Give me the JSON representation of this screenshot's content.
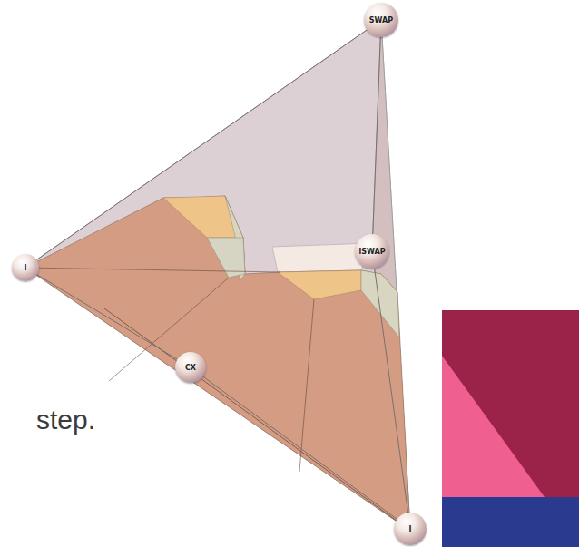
{
  "diagram": {
    "nodes": [
      {
        "text": [
          "I"
        ]
      },
      {
        "text": [
          "SWAP"
        ]
      },
      {
        "text": [
          "CX"
        ]
      },
      {
        "text": [
          "iSWAP"
        ]
      },
      {
        "text": [
          "I"
        ]
      }
    ],
    "edges": [
      {
        "from": 0,
        "to": 2,
        "arrow": "none"
      },
      {
        "from": 2,
        "to": 4,
        "arrow": "none"
      },
      {
        "from": 0,
        "to": 1,
        "arrow": "none"
      },
      {
        "from": 1,
        "to": 3,
        "arrow": "none"
      },
      {
        "from": 3,
        "to": 4,
        "arrow": "none"
      }
    ],
    "labels": [
      "step."
    ]
  }
}
